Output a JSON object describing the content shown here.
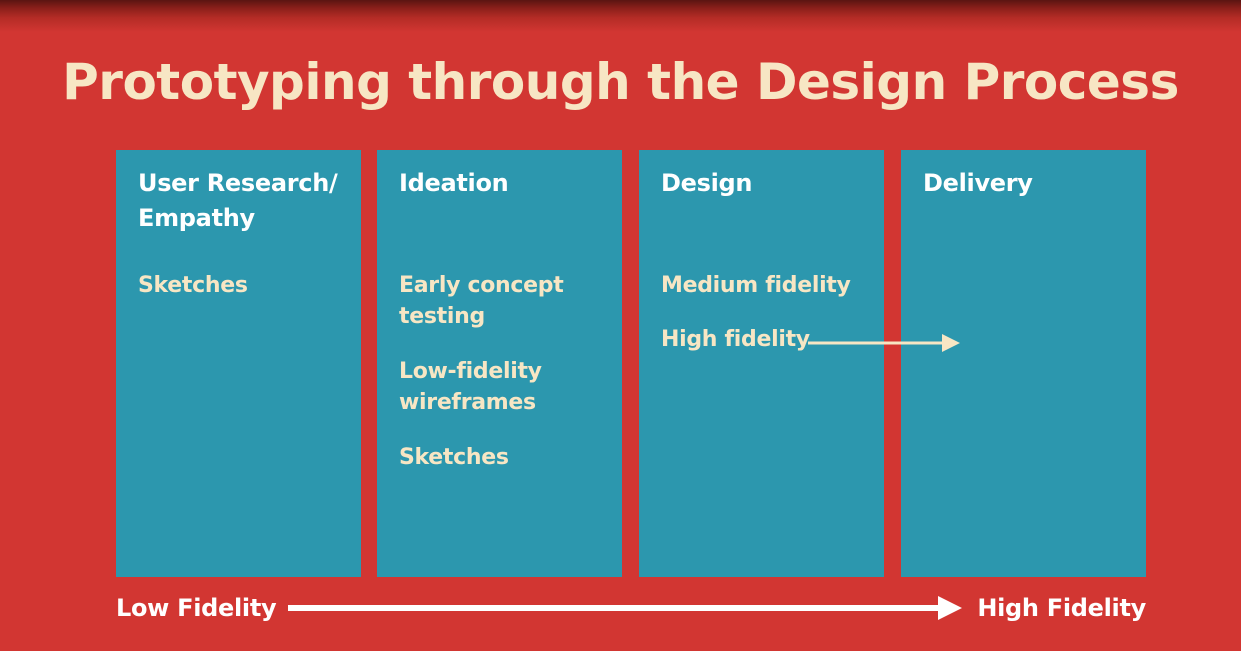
{
  "title": "Prototyping through the Design Process",
  "stages": [
    {
      "title": "User Research/ Empathy",
      "items": [
        "Sketches"
      ]
    },
    {
      "title": "Ideation",
      "items": [
        "Early concept testing",
        "Low-fidelity wireframes",
        "Sketches"
      ]
    },
    {
      "title": "Design",
      "items": [
        "Medium fidelity",
        "High fidelity"
      ]
    },
    {
      "title": "Delivery",
      "items": []
    }
  ],
  "axis": {
    "start_label": "Low Fidelity",
    "end_label": "High Fidelity"
  },
  "colors": {
    "background": "#d23632",
    "stage_box": "#2c97ae",
    "title_text": "#f7e6c4",
    "item_text": "#f7e6c4",
    "heading_text": "#ffffff"
  }
}
